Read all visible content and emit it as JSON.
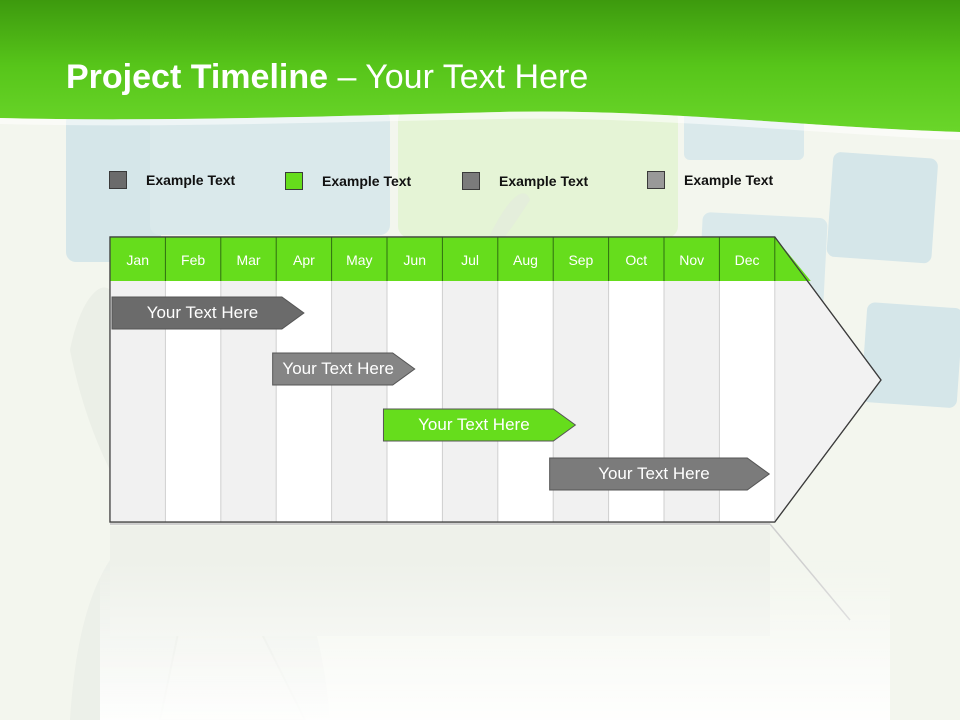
{
  "slide": {
    "title_bold": "Project Timeline",
    "title_rest": " – Your Text Here"
  },
  "legend": [
    {
      "label": "Example Text",
      "color": "#6b6b6b"
    },
    {
      "label": "Example Text",
      "color": "#66dd1c"
    },
    {
      "label": "Example Text",
      "color": "#7b7b7b"
    },
    {
      "label": "Example Text",
      "color": "#999999"
    }
  ],
  "timeline": {
    "months": [
      "Jan",
      "Feb",
      "Mar",
      "Apr",
      "May",
      "Jun",
      "Jul",
      "Aug",
      "Sep",
      "Oct",
      "Nov",
      "Dec"
    ],
    "header_color": "#66dd1c",
    "tasks": [
      {
        "label": "Your  Text Here",
        "start_month": 1,
        "end_month": 4.5,
        "color": "#6b6b6b"
      },
      {
        "label": "Your  Text Here",
        "start_month": 3.9,
        "end_month": 6.5,
        "color": "#858585"
      },
      {
        "label": "Your  Text Here",
        "start_month": 5.9,
        "end_month": 9.4,
        "color": "#66dd1c"
      },
      {
        "label": "Your  Text Here",
        "start_month": 8.9,
        "end_month": 12.9,
        "color": "#7b7b7b"
      }
    ]
  }
}
